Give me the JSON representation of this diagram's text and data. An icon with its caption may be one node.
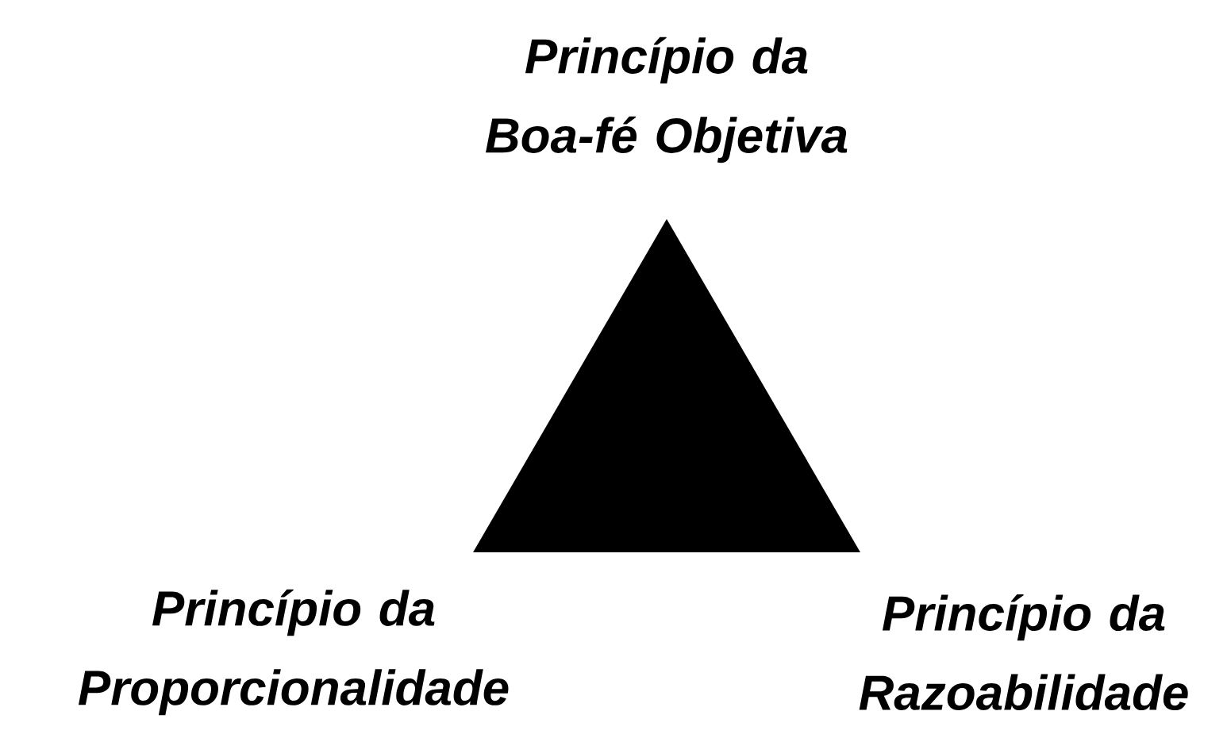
{
  "diagram": {
    "labels": [
      "Princípio da Boa-fé Objetiva",
      "Princípio da Proporcionalidade",
      "Princípio da Razoabilidade"
    ]
  }
}
